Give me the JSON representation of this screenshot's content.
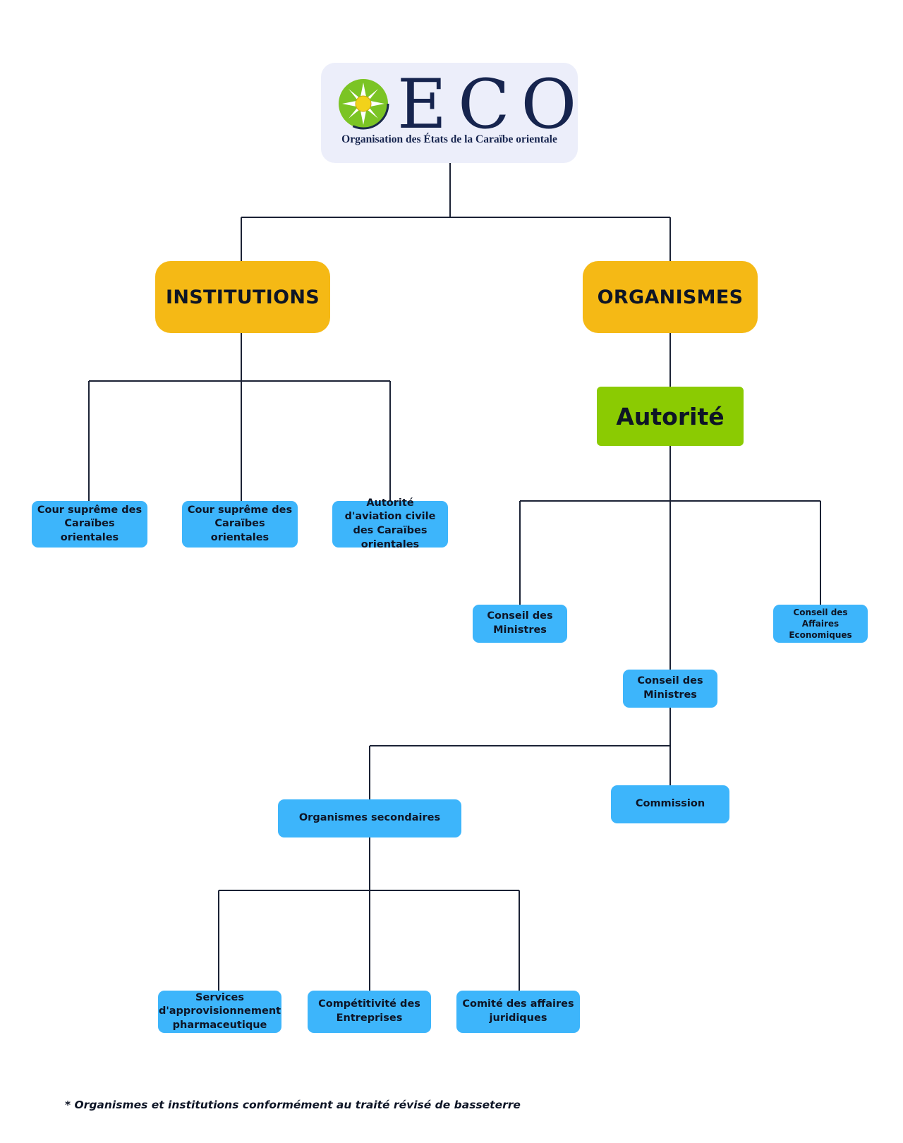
{
  "logo": {
    "wordmark": "ECO",
    "subtitle": "Organisation des États de la Caraïbe orientale"
  },
  "categories": {
    "institutions": "INSTITUTIONS",
    "organismes": "ORGANISMES"
  },
  "authority": "Autorité",
  "institutions": [
    "Cour suprême des Caraïbes orientales",
    "Cour suprême des Caraïbes orientales",
    "Autorité d'aviation civile des Caraïbes orientales"
  ],
  "organismes": {
    "conseil_ministres_left": "Conseil des Ministres",
    "conseil_affaires": "Conseil des Affaires Economiques",
    "conseil_ministres_center": "Conseil des Ministres",
    "commission": "Commission",
    "secondaires": "Organismes secondaires"
  },
  "secondaires": [
    "Services d'approvisionnement pharmaceutique",
    "Compétitivité des Entreprises",
    "Comité des affaires juridiques"
  ],
  "footnote": "*  Organismes et institutions conformément au traité révisé de basseterre",
  "colors": {
    "line": "#1b2235",
    "yellow": "#f5b915",
    "green": "#8bcb02",
    "blue": "#3db5fb",
    "logo_bg": "#eceefa",
    "logo_text": "#16244e",
    "emblem_green": "#7bc424",
    "emblem_center": "#f2d21a"
  }
}
